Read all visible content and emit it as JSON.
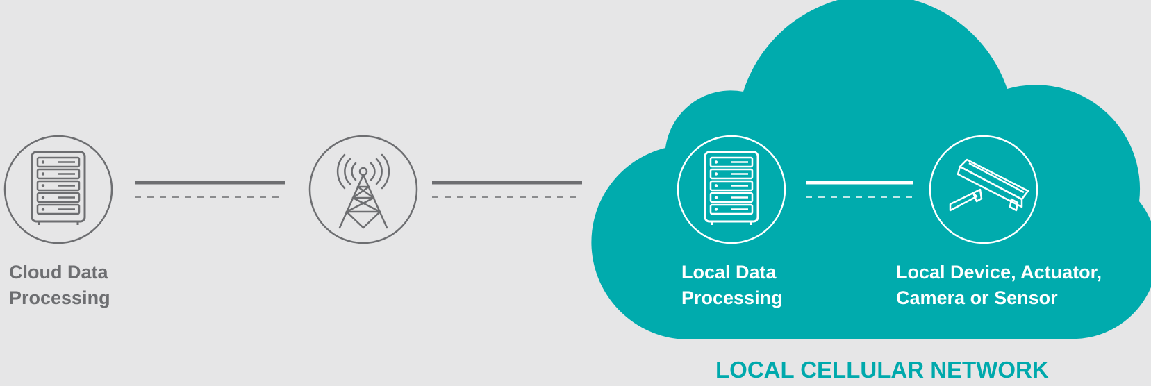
{
  "colors": {
    "background": "#e6e6e7",
    "cloud": "#00abad",
    "grey": "#6d6e71",
    "white": "#ffffff",
    "caption": "#00a9ac"
  },
  "nodes": {
    "cloud_processing": {
      "icon": "server-icon",
      "label_lines": [
        "Cloud Data",
        "Processing"
      ]
    },
    "cell_tower": {
      "icon": "cell-tower-icon"
    },
    "local_processing": {
      "icon": "server-icon",
      "label_lines": [
        "Local Data",
        "Processing"
      ]
    },
    "local_device": {
      "icon": "security-camera-icon",
      "label_lines": [
        "Local Device, Actuator,",
        "Camera or Sensor"
      ]
    }
  },
  "network_label": "LOCAL CELLULAR NETWORK"
}
